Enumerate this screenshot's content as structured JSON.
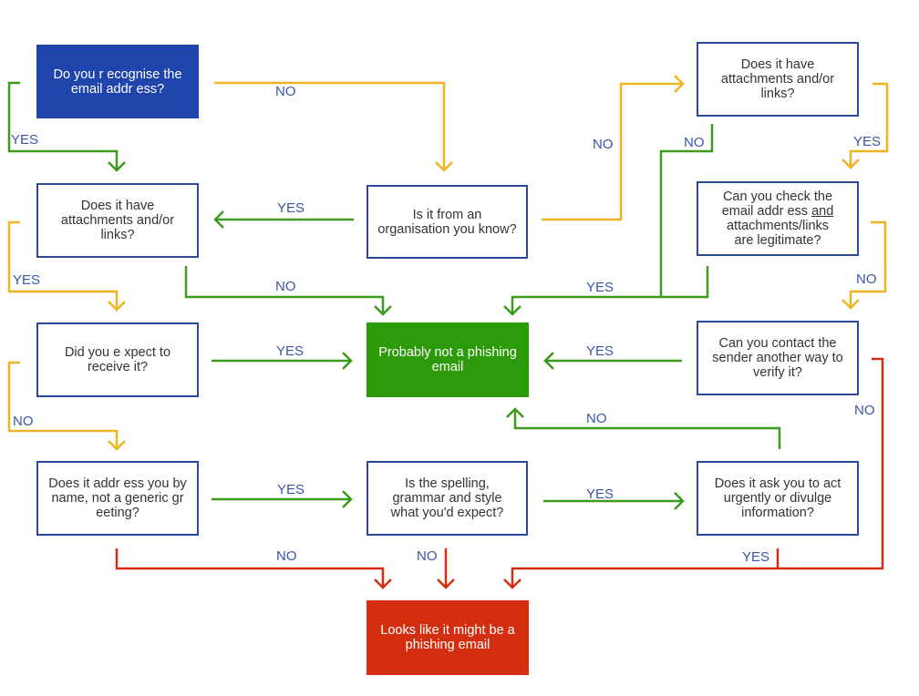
{
  "colors": {
    "yes_path": "#3c9a1e",
    "no_path": "#f0b423",
    "phish_path": "#d42e10",
    "node_border": "#2b4b9a",
    "label_text": "#3a56a5",
    "start_fill": "#1f44ab",
    "safe_fill": "#2d9a0b",
    "phish_fill": "#d42e10"
  },
  "nodes": {
    "recognise": {
      "text": "Do you r ecognise the email addr ess?"
    },
    "organisation": {
      "text": "Is it from an organisation you know?"
    },
    "attach_top": {
      "text": "Does it have attachments and/or links?"
    },
    "attach_left": {
      "text": "Does it have attachments and/or links?"
    },
    "check": {
      "line1": "Can you check the",
      "line2a": "email addr ess ",
      "line2b": "and",
      "line3": "attachments/links",
      "line4": "are legitimate?"
    },
    "expect": {
      "text": "Did you e xpect to receive it?"
    },
    "safe": {
      "text": "Probably not a phishing email"
    },
    "contact": {
      "text": "Can you contact the sender another way to verify it?"
    },
    "name": {
      "text": "Does it addr ess you by name, not a generic gr eeting?"
    },
    "spelling": {
      "text": "Is the spelling, grammar and style what you'd expect?"
    },
    "urgent": {
      "text": "Does it ask you to act urgently or divulge information?"
    },
    "phish": {
      "text": "Looks like it might be a phishing email"
    }
  },
  "labels": {
    "recognise_no": "NO",
    "recognise_yes": "YES",
    "org_yes": "YES",
    "org_no": "NO",
    "attach_top_no": "NO",
    "attach_top_yes": "YES",
    "attach_left_yes": "YES",
    "attach_left_no": "NO",
    "check_yes": "YES",
    "check_no": "NO",
    "expect_yes": "YES",
    "expect_no": "NO",
    "contact_yes": "YES",
    "contact_no": "NO",
    "urgent_no": "NO",
    "name_yes": "YES",
    "spelling_yes": "YES",
    "name_no": "NO",
    "spelling_no": "NO",
    "urgent_yes": "YES"
  }
}
